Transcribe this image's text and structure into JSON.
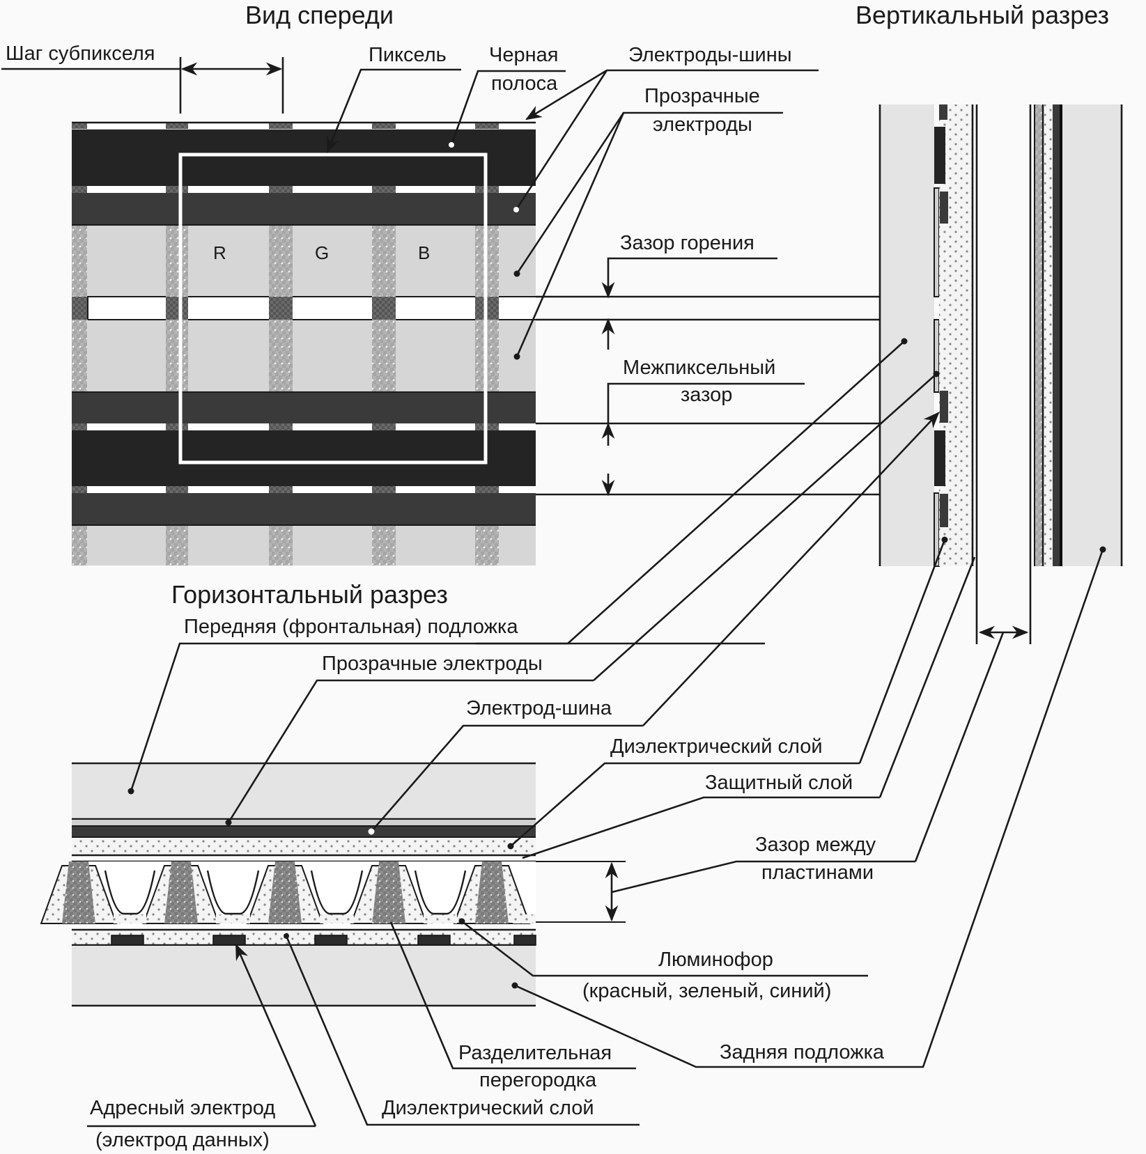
{
  "titles": {
    "front_view": "Вид спереди",
    "vertical_section": "Вертикальный разрез",
    "horizontal_section": "Горизонтальный разрез"
  },
  "front_view_labels": {
    "subpixel_pitch": "Шаг субпикселя",
    "pixel": "Пиксель",
    "black_stripe_line1": "Черная",
    "black_stripe_line2": "полоса",
    "bus_electrodes": "Электроды-шины",
    "transparent_electrodes_line1": "Прозрачные",
    "transparent_electrodes_line2": "электроды",
    "discharge_gap": "Зазор горения",
    "interpixel_gap_line1": "Межпиксельный",
    "interpixel_gap_line2": "зазор",
    "subpixels": [
      "R",
      "G",
      "B"
    ]
  },
  "section_labels": {
    "front_substrate": "Передняя (фронтальная) подложка",
    "transparent_electrodes": "Прозрачные электроды",
    "bus_electrode": "Электрод-шина",
    "dielectric_layer_top": "Диэлектрический слой",
    "protective_layer": "Защитный слой",
    "plate_gap_line1": "Зазор между",
    "plate_gap_line2": "пластинами",
    "phosphor_line1": "Люминофор",
    "phosphor_line2": "(красный, зеленый, синий)",
    "rear_substrate": "Задняя подложка",
    "barrier_rib_line1": "Разделительная",
    "barrier_rib_line2": "перегородка",
    "dielectric_layer_bottom": "Диэлектрический слой",
    "address_electrode_line1": "Адресный электрод",
    "address_electrode_line2": "(электрод данных)"
  },
  "colors": {
    "black_stripe": "#242424",
    "bus_electrode": "#3a3a3a",
    "transparent_electrode": "#d6d6d6",
    "substrate": "#e4e4e4",
    "rib": "#8a8a8a",
    "line": "#1a1a1a"
  }
}
